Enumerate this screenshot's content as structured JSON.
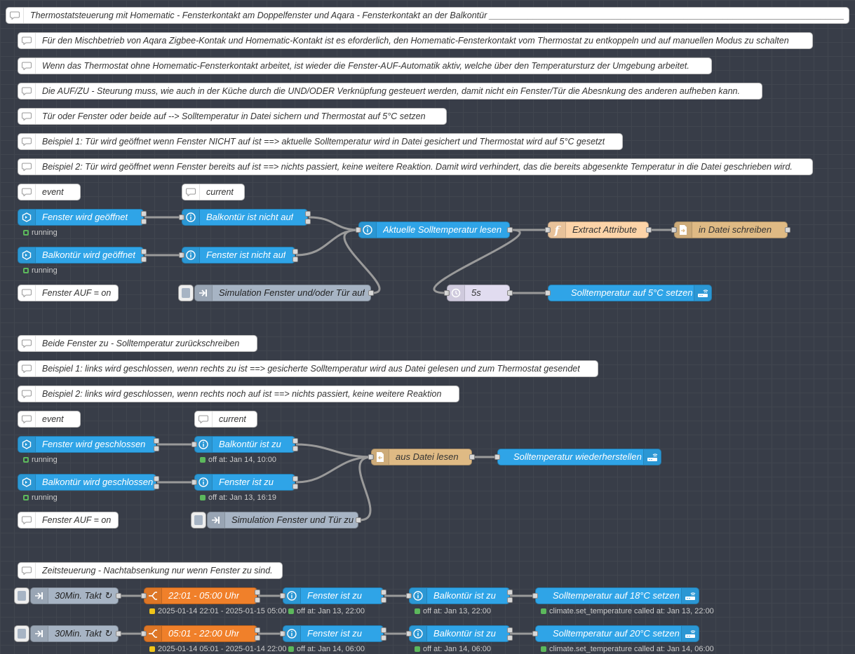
{
  "flow": {
    "header": "Thermostatsteuerung mit Homematic - Fensterkontakt am Doppelfenster und Aqara - Fensterkontakt an der Balkontür _________________________________________________________________________",
    "comments": {
      "c1": "Für den Mischbetrieb von Aqara Zigbee-Kontak und Homematic-Kontakt ist es eforderlich, den Homematic-Fensterkontakt vom Thermostat zu entkoppeln und auf manuellen Modus zu schalten",
      "c2": "Wenn das Thermostat ohne Homematic-Fensterkontakt arbeitet, ist wieder die Fenster-AUF-Automatik aktiv, welche über den Temperatursturz der Umgebung arbeitet.",
      "c3": "Die AUF/ZU - Steurung muss, wie auch in der Küche durch die UND/ODER Verknüpfung gesteuert werden, damit nicht ein Fenster/Tür die Abesnkung des anderen aufheben kann.",
      "c4": "Tür oder Fenster oder beide auf --> Solltemperatur in Datei sichern und Thermostat auf 5°C setzen",
      "c5": "Beispiel 1: Tür wird geöffnet wenn Fenster NICHT auf ist ==> aktuelle Solltemperatur wird in Datei gesichert und Thermostat wird auf 5°C gesetzt",
      "c6": "Beispiel 2: Tür wird geöffnet wenn Fenster bereits auf ist ==> nichts passiert, keine weitere Reaktion. Damit wird verhindert, das die bereits abgesenkte Temperatur in die Datei geschrieben wird.",
      "event1": "event",
      "current1": "current",
      "fauf1": "Fenster AUF = on",
      "c7": "Beide Fenster zu - Solltemperatur zurückschreiben",
      "c8": "Beispiel 1: links wird geschlossen, wenn rechts zu ist ==> gesicherte Solltemperatur wird aus Datei gelesen und zum Thermostat gesendet",
      "c9": "Beispiel 2: links wird geschlossen, wenn rechts noch auf ist ==> nichts passiert, keine weitere Reaktion",
      "event2": "event",
      "current2": "current",
      "fauf2": "Fenster AUF = on",
      "c10": "Zeitsteuerung - Nachtabsenkung nur wenn Fenster zu sind."
    },
    "nodes": {
      "n_fenster_geoeffnet": "Fenster wird geöffnet",
      "n_balkon_geoeffnet": "Balkontür wird geöffnet",
      "n_balkon_nicht_auf": "Balkontür ist nicht auf",
      "n_fenster_nicht_auf": "Fenster ist nicht auf",
      "n_akt_soll": "Aktuelle Solltemperatur lesen",
      "n_extract": "Extract Attribute",
      "n_datei_schreiben": "in Datei schreiben",
      "n_sim_auf": "Simulation Fenster und/oder Tür auf",
      "n_delay": "5s",
      "n_soll5": "Solltemperatur auf 5°C setzen",
      "n_fenster_geschlossen": "Fenster wird geschlossen",
      "n_balkon_geschlossen": "Balkontür wird geschlossen",
      "n_balkon_zu": "Balkontür ist zu",
      "n_fenster_zu": "Fenster ist zu",
      "n_datei_lesen": "aus Datei lesen",
      "n_soll_wieder": "Solltemperatur wiederherstellen",
      "n_sim_zu": "Simulation Fenster und Tür zu",
      "n_takt1": "30Min. Takt ↻",
      "n_time1": "22:01 - 05:00 Uhr",
      "n_fzu1": "Fenster ist zu",
      "n_bzu1": "Balkontür ist zu",
      "n_soll18": "Solltemperatur auf 18°C setzen",
      "n_takt2": "30Min. Takt ↻",
      "n_time2": "05:01 - 22:00 Uhr",
      "n_fzu2": "Fenster ist zu",
      "n_bzu2": "Balkontür ist zu",
      "n_soll20": "Solltemperatur auf 20°C setzen"
    },
    "status": {
      "s1": "running",
      "s2": "running",
      "s3": "running",
      "s4": "off at: Jan 14, 10:00",
      "s5": "running",
      "s6": "off at: Jan 13, 16:19",
      "s7": "2025-01-14 22:01 - 2025-01-15 05:00",
      "s8": "off at: Jan 13, 22:00",
      "s9": "off at: Jan 13, 22:00",
      "s10": "climate.set_temperature called at: Jan 13, 22:00",
      "s11": "2025-01-14 05:01 - 2025-01-14 22:00",
      "s12": "off at: Jan 14, 06:00",
      "s13": "off at: Jan 14, 06:00",
      "s14": "climate.set_temperature called at: Jan 14, 06:00"
    }
  }
}
